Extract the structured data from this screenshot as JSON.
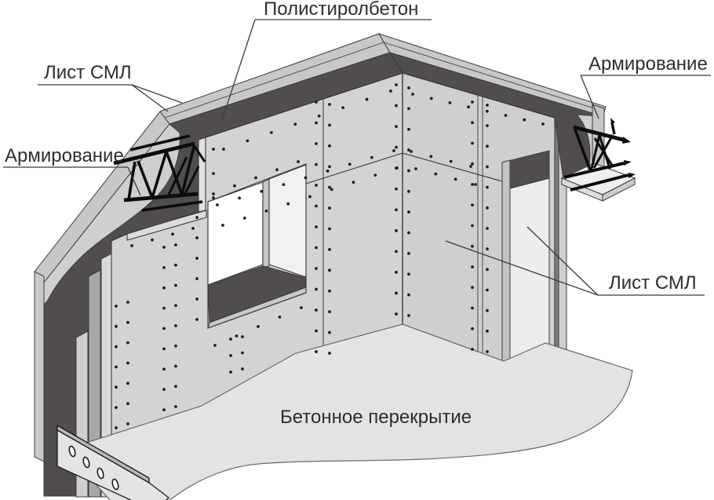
{
  "diagram": {
    "labels": {
      "polystyrene": "Полистиролбетон",
      "sml_left": "Лист СМЛ",
      "reinforcement_left": "Армирование",
      "reinforcement_right": "Армирование",
      "sml_right": "Лист СМЛ",
      "slab": "Бетонное перекрытие"
    },
    "colors": {
      "background": "#ffffff",
      "wall_face": "#d3d3d3",
      "polystyrene_core": "#514d4d",
      "floor_slab": "#e3e3e3",
      "outline": "#3a3a3a",
      "reinforcement": "#0c0c0c"
    }
  }
}
